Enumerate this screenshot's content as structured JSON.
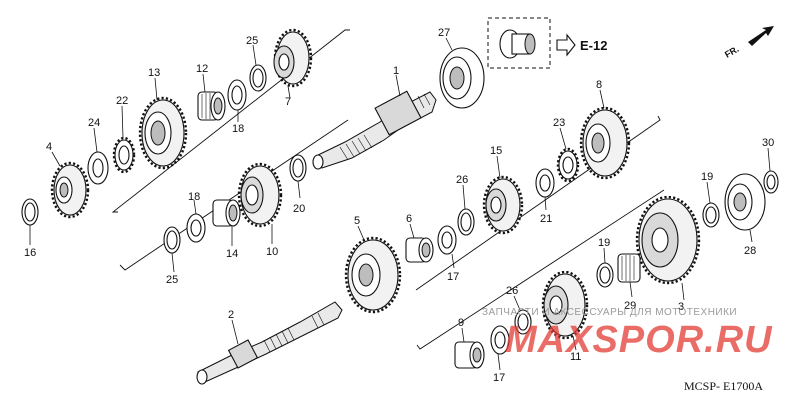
{
  "diagram": {
    "code": "MCSP- E1700A",
    "reference": "E-12",
    "direction": "FR.",
    "watermark": {
      "top": "ЗАПЧАСТИ И АКСЕССУАРЫ ДЛЯ МОТОТЕХНИКИ",
      "main": "MAXSPOR.RU"
    },
    "callouts": [
      "1",
      "2",
      "3",
      "4",
      "5",
      "6",
      "7",
      "8",
      "9",
      "10",
      "11",
      "12",
      "13",
      "14",
      "15",
      "16",
      "17",
      "18",
      "19",
      "20",
      "21",
      "22",
      "23",
      "24",
      "25",
      "26",
      "27",
      "28",
      "29",
      "30",
      "17",
      "18",
      "19",
      "25",
      "26"
    ]
  }
}
